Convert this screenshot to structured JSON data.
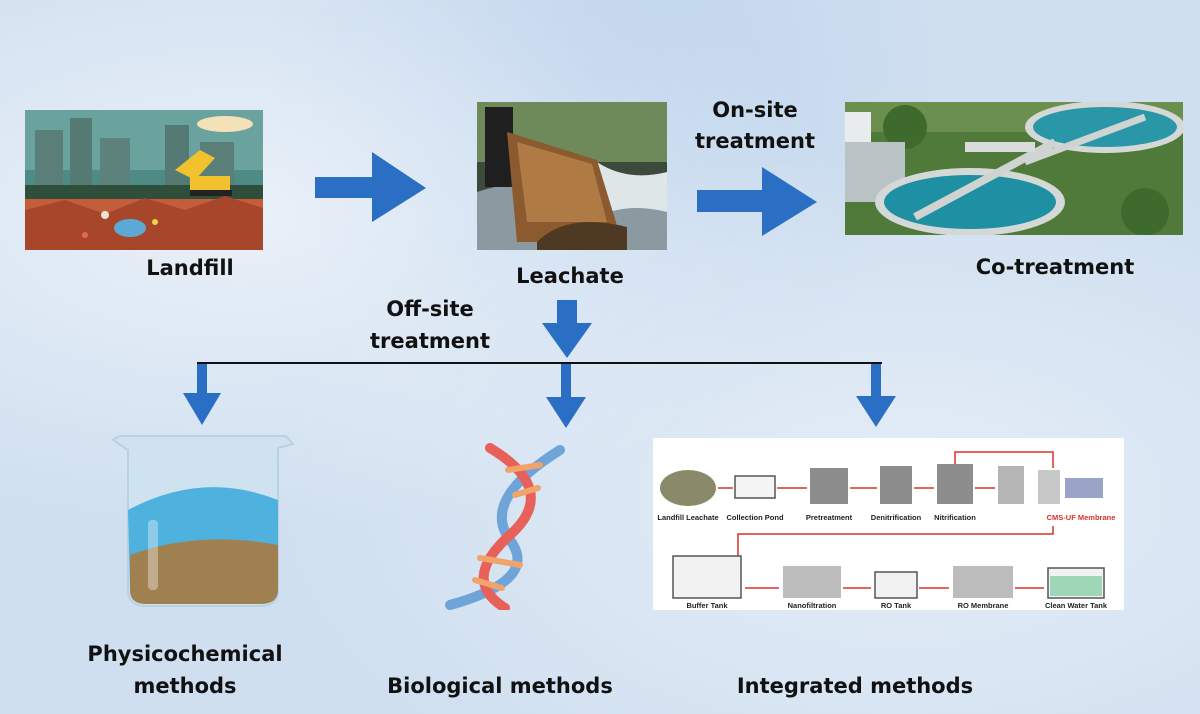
{
  "nodes": {
    "landfill": "Landfill",
    "leachate": "Leachate",
    "co_treatment": "Co-treatment",
    "physicochemical_line1": "Physicochemical",
    "physicochemical_line2": "methods",
    "biological": "Biological methods",
    "integrated": "Integrated methods"
  },
  "edges": {
    "on_site_line1": "On-site",
    "on_site_line2": "treatment",
    "off_site_line1": "Off-site",
    "off_site_line2": "treatment"
  },
  "integrated_process": {
    "row1": [
      "Landfill Leachate",
      "Collection  Pond",
      "Pretreatment",
      "Denitrification",
      "Nitrification",
      "CMS-UF Membrane"
    ],
    "row2": [
      "Buffer Tank",
      "Nanofiltration",
      "RO Tank",
      "RO Membrane",
      "Clean Water Tank"
    ]
  },
  "colors": {
    "arrow": "#2a6fc4",
    "connector": "#111111",
    "background": "#cfdff0",
    "process_arrow": "#d9322c"
  },
  "icons": [
    "landfill-illustration",
    "leachate-pipe-photo",
    "treatment-plant-photo",
    "beaker-icon",
    "dna-icon"
  ]
}
